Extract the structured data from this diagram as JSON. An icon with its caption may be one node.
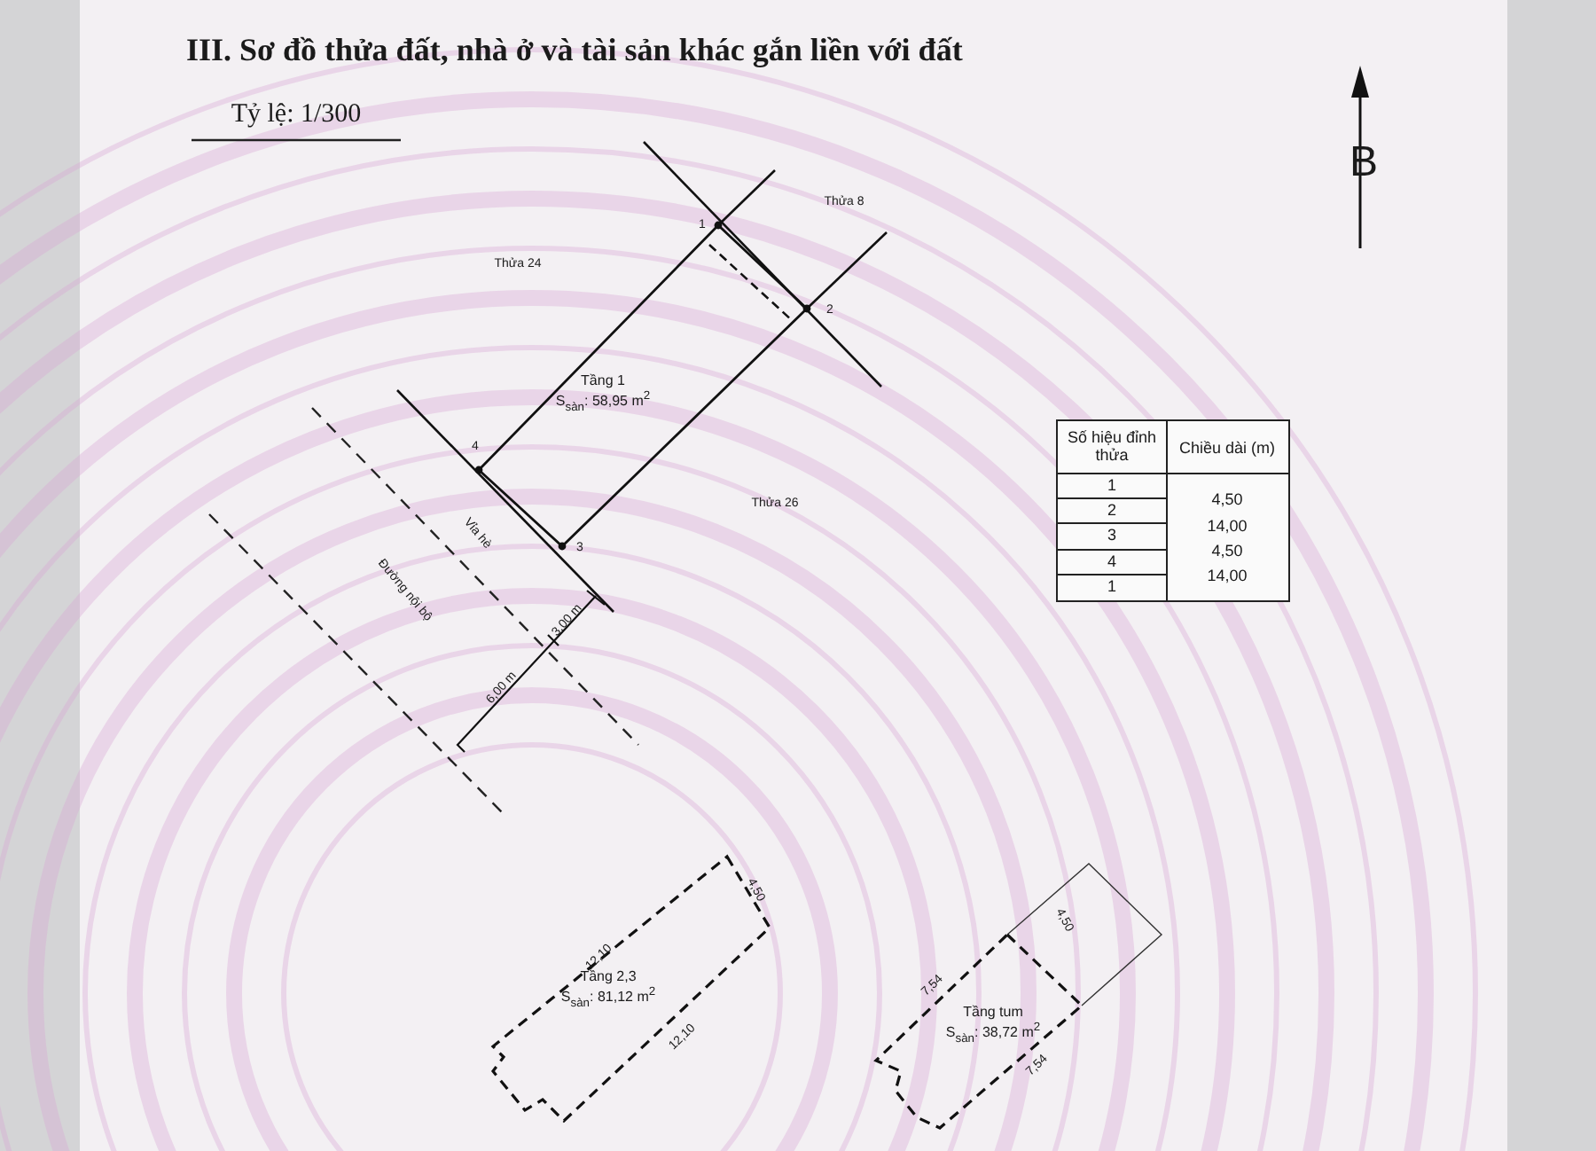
{
  "diagram": {
    "title": "III. Sơ đồ thửa đất, nhà ở và tài sản khác gắn liền với đất",
    "nodes": [
      {
        "text": [
          "Tầng 1",
          "S$_{sàn}$: 58,95 m$^{2}$"
        ]
      },
      {
        "text": [
          "Tầng 2,3",
          "S$_{sàn}$: 81,12 m$^{2}$"
        ]
      },
      {
        "text": [
          "Tầng tum",
          "S$_{sàn}$: 38,72 m$^{2}$"
        ]
      }
    ],
    "labels": [
      "Tỷ lệ: 1/300",
      "B",
      "1",
      "Thửa 8",
      "Thửa 24",
      "2",
      "4",
      "Thửa 26",
      "3",
      "Vỉa hè",
      "Đường nội bộ",
      "3,00 m",
      "6,00 m",
      "Số hiệu đỉnh thửa",
      "Chiều dài (m)",
      "1",
      "2",
      "3",
      "4",
      "1",
      "4,50",
      "14,00",
      "4,50",
      "14,00",
      "12,10",
      "4,50",
      "12,10",
      "7,54",
      "4,50",
      "7,54"
    ]
  }
}
